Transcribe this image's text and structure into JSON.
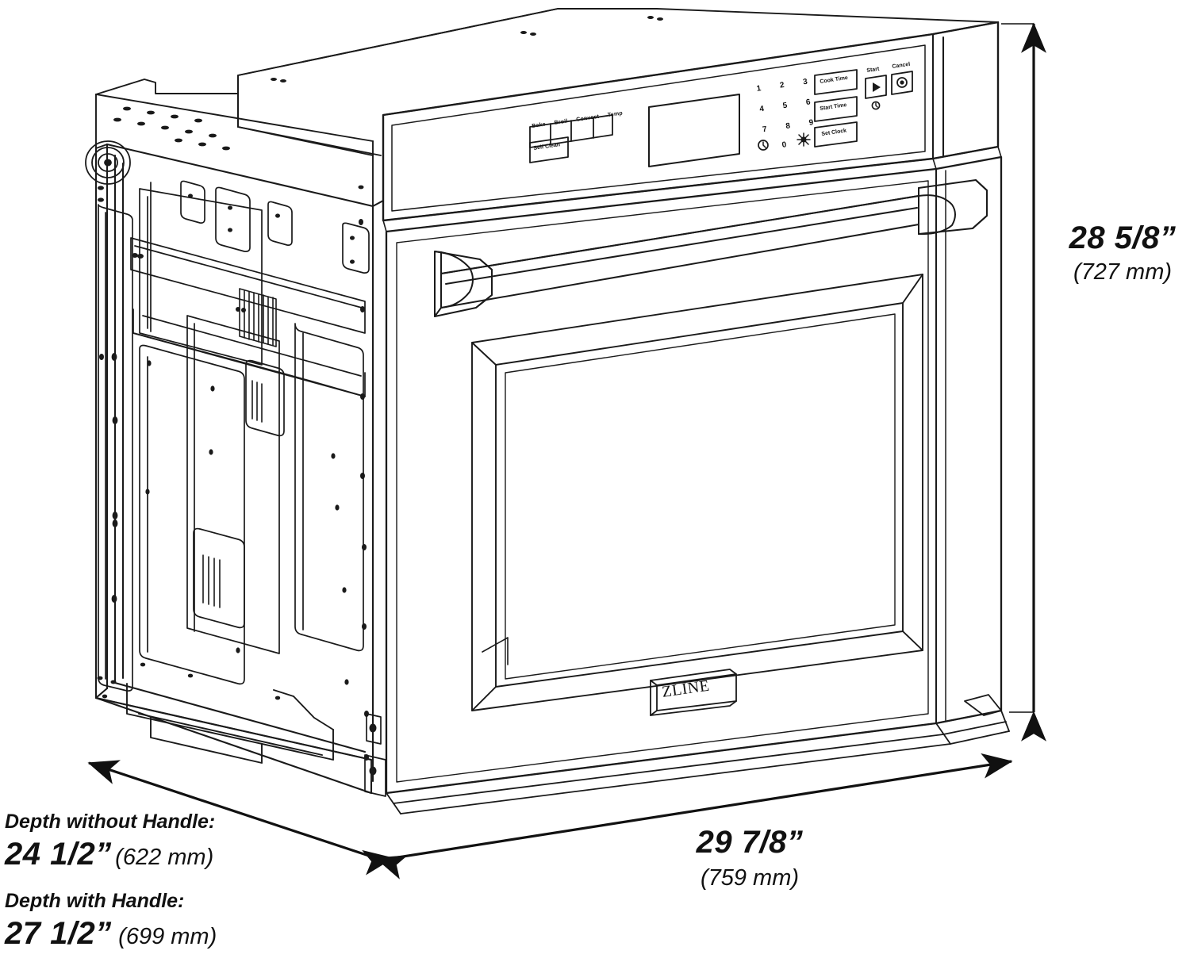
{
  "drawing": {
    "product": "ZLINE Wall Oven",
    "view": "isometric dimension drawing",
    "brand_badge": "ZLINE"
  },
  "dimensions": {
    "height": {
      "label_in": "28 5/8”",
      "label_mm": "(727 mm)"
    },
    "width": {
      "label_in": "29 7/8”",
      "label_mm": "(759 mm)"
    },
    "depth_without_handle": {
      "caption": "Depth without Handle:",
      "label_in": "24 1/2”",
      "label_mm": "(622 mm)"
    },
    "depth_with_handle": {
      "caption": "Depth with Handle:",
      "label_in": "27 1/2”",
      "label_mm": "(699 mm)"
    }
  },
  "control_panel": {
    "function_buttons": [
      "Bake",
      "Broil",
      "Convect",
      "Temp"
    ],
    "self_clean": "Self Clean",
    "keypad": [
      [
        "1",
        "2",
        "3"
      ],
      [
        "4",
        "5",
        "6"
      ],
      [
        "7",
        "8",
        "9"
      ],
      [
        "◷",
        "0",
        "☀"
      ]
    ],
    "timer_buttons": [
      "Cook Time",
      "Start Time",
      "Set Clock"
    ],
    "start": {
      "label": "Start",
      "icon": "▶"
    },
    "cancel": {
      "label": "Cancel",
      "icon": "◉"
    },
    "display": ""
  },
  "colors": {
    "line": "#1a1a1a",
    "thin": "#2b2b2b",
    "fill": "#ffffff",
    "text": "#111111"
  }
}
